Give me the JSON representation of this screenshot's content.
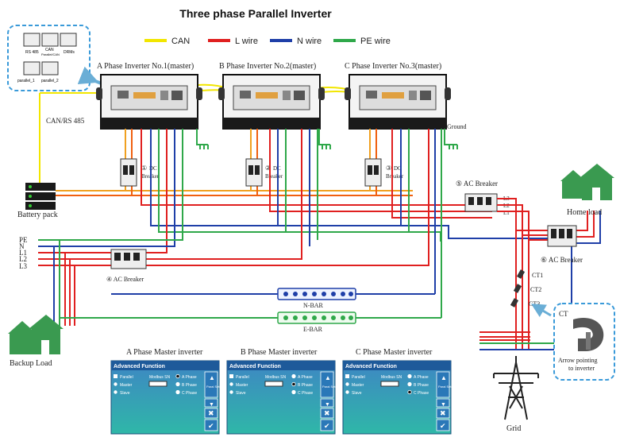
{
  "title": "Three phase Parallel Inverter",
  "legend": [
    {
      "label": "CAN",
      "color": "#f2e600"
    },
    {
      "label": "L wire",
      "color": "#e02020"
    },
    {
      "label": "N wire",
      "color": "#1f3fa8"
    },
    {
      "label": "PE wire",
      "color": "#2fa84a"
    }
  ],
  "ports_box": {
    "ports_top": [
      "RS 485",
      "CAN",
      "DRMs"
    ],
    "port_sub": "Parallel/CAN",
    "ports_bottom": [
      "parallel_1",
      "parallel_2"
    ]
  },
  "inverters": [
    {
      "label": "A Phase Inverter No.1(master)"
    },
    {
      "label": "B Phase Inverter No.2(master)"
    },
    {
      "label": "C Phase Inverter No.3(master)"
    }
  ],
  "can_label": "CAN/RS 485",
  "ground_label": "Ground",
  "dc_breakers": [
    {
      "num": "①",
      "line1": "DC",
      "line2": "Breaker"
    },
    {
      "num": "②",
      "line1": "DC",
      "line2": "Breaker"
    },
    {
      "num": "③",
      "line1": "DC",
      "line2": "Breaker"
    }
  ],
  "battery_label": "Battery pack",
  "ac_breaker_5": "⑤ AC Breaker",
  "ac_breaker_4": "④ AC Breaker",
  "ac_breaker_6": "⑥ AC Breaker",
  "grid_lines_left": [
    "PE",
    "N",
    "L1",
    "L2",
    "L3"
  ],
  "load_lines": [
    "L3",
    "L2",
    "L1"
  ],
  "home_load": "Home load",
  "backup_load": "Backup Load",
  "grid_label": "Grid",
  "n_bar": "N-BAR",
  "e_bar": "E-BAR",
  "ct_labels": [
    "CT1",
    "CT2",
    "CT3"
  ],
  "ct_box": {
    "title": "CT",
    "line1": "Arrow pointing",
    "line2": "to inverter"
  },
  "panels": [
    {
      "caption": "A Phase Master inverter",
      "header": "Advanced Function",
      "col1": [
        "Parallel",
        "Master",
        "Slave"
      ],
      "col2": "Modbus SN",
      "col3": [
        "A Phase",
        "B Phase",
        "C Phase"
      ],
      "side": "Paral Set",
      "selected_phase": 0
    },
    {
      "caption": "B Phase Master inverter",
      "header": "Advanced Function",
      "col1": [
        "Parallel",
        "Master",
        "Slave"
      ],
      "col2": "Modbus SN",
      "col3": [
        "A Phase",
        "B Phase",
        "C Phase"
      ],
      "side": "Paral Set",
      "selected_phase": 1
    },
    {
      "caption": "C Phase Master inverter",
      "header": "Advanced Function",
      "col1": [
        "Parallel",
        "Master",
        "Slave"
      ],
      "col2": "Modbus SN",
      "col3": [
        "A Phase",
        "B Phase",
        "C Phase"
      ],
      "side": "Paral Set",
      "selected_phase": 2
    }
  ]
}
